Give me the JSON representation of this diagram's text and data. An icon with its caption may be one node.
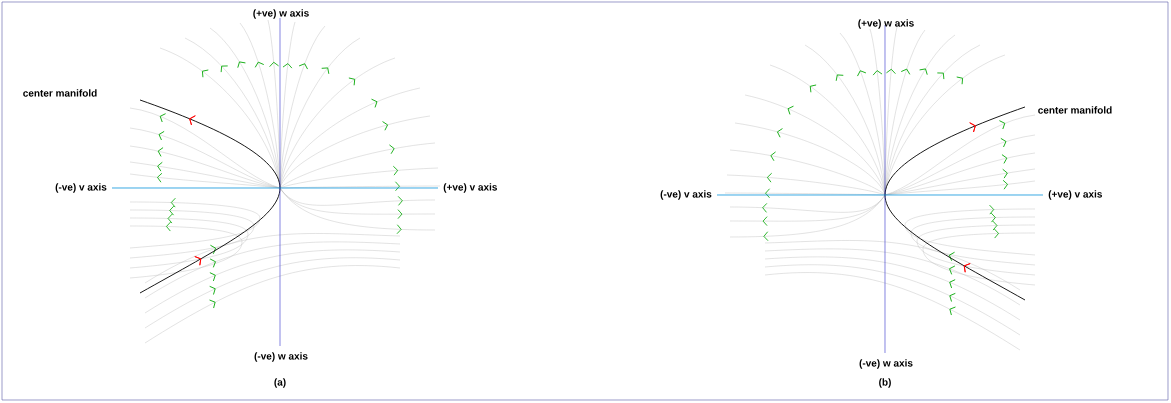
{
  "diagram": {
    "labels": [
      "(+ve) w axis",
      "center manifold",
      "(-ve) v axis",
      "(+ve) v axis",
      "(-ve) w axis",
      "(a)",
      "(+ve) w axis",
      "center manifold",
      "(-ve) v axis",
      "(+ve) v axis",
      "(-ve) w axis",
      "(b)"
    ]
  }
}
